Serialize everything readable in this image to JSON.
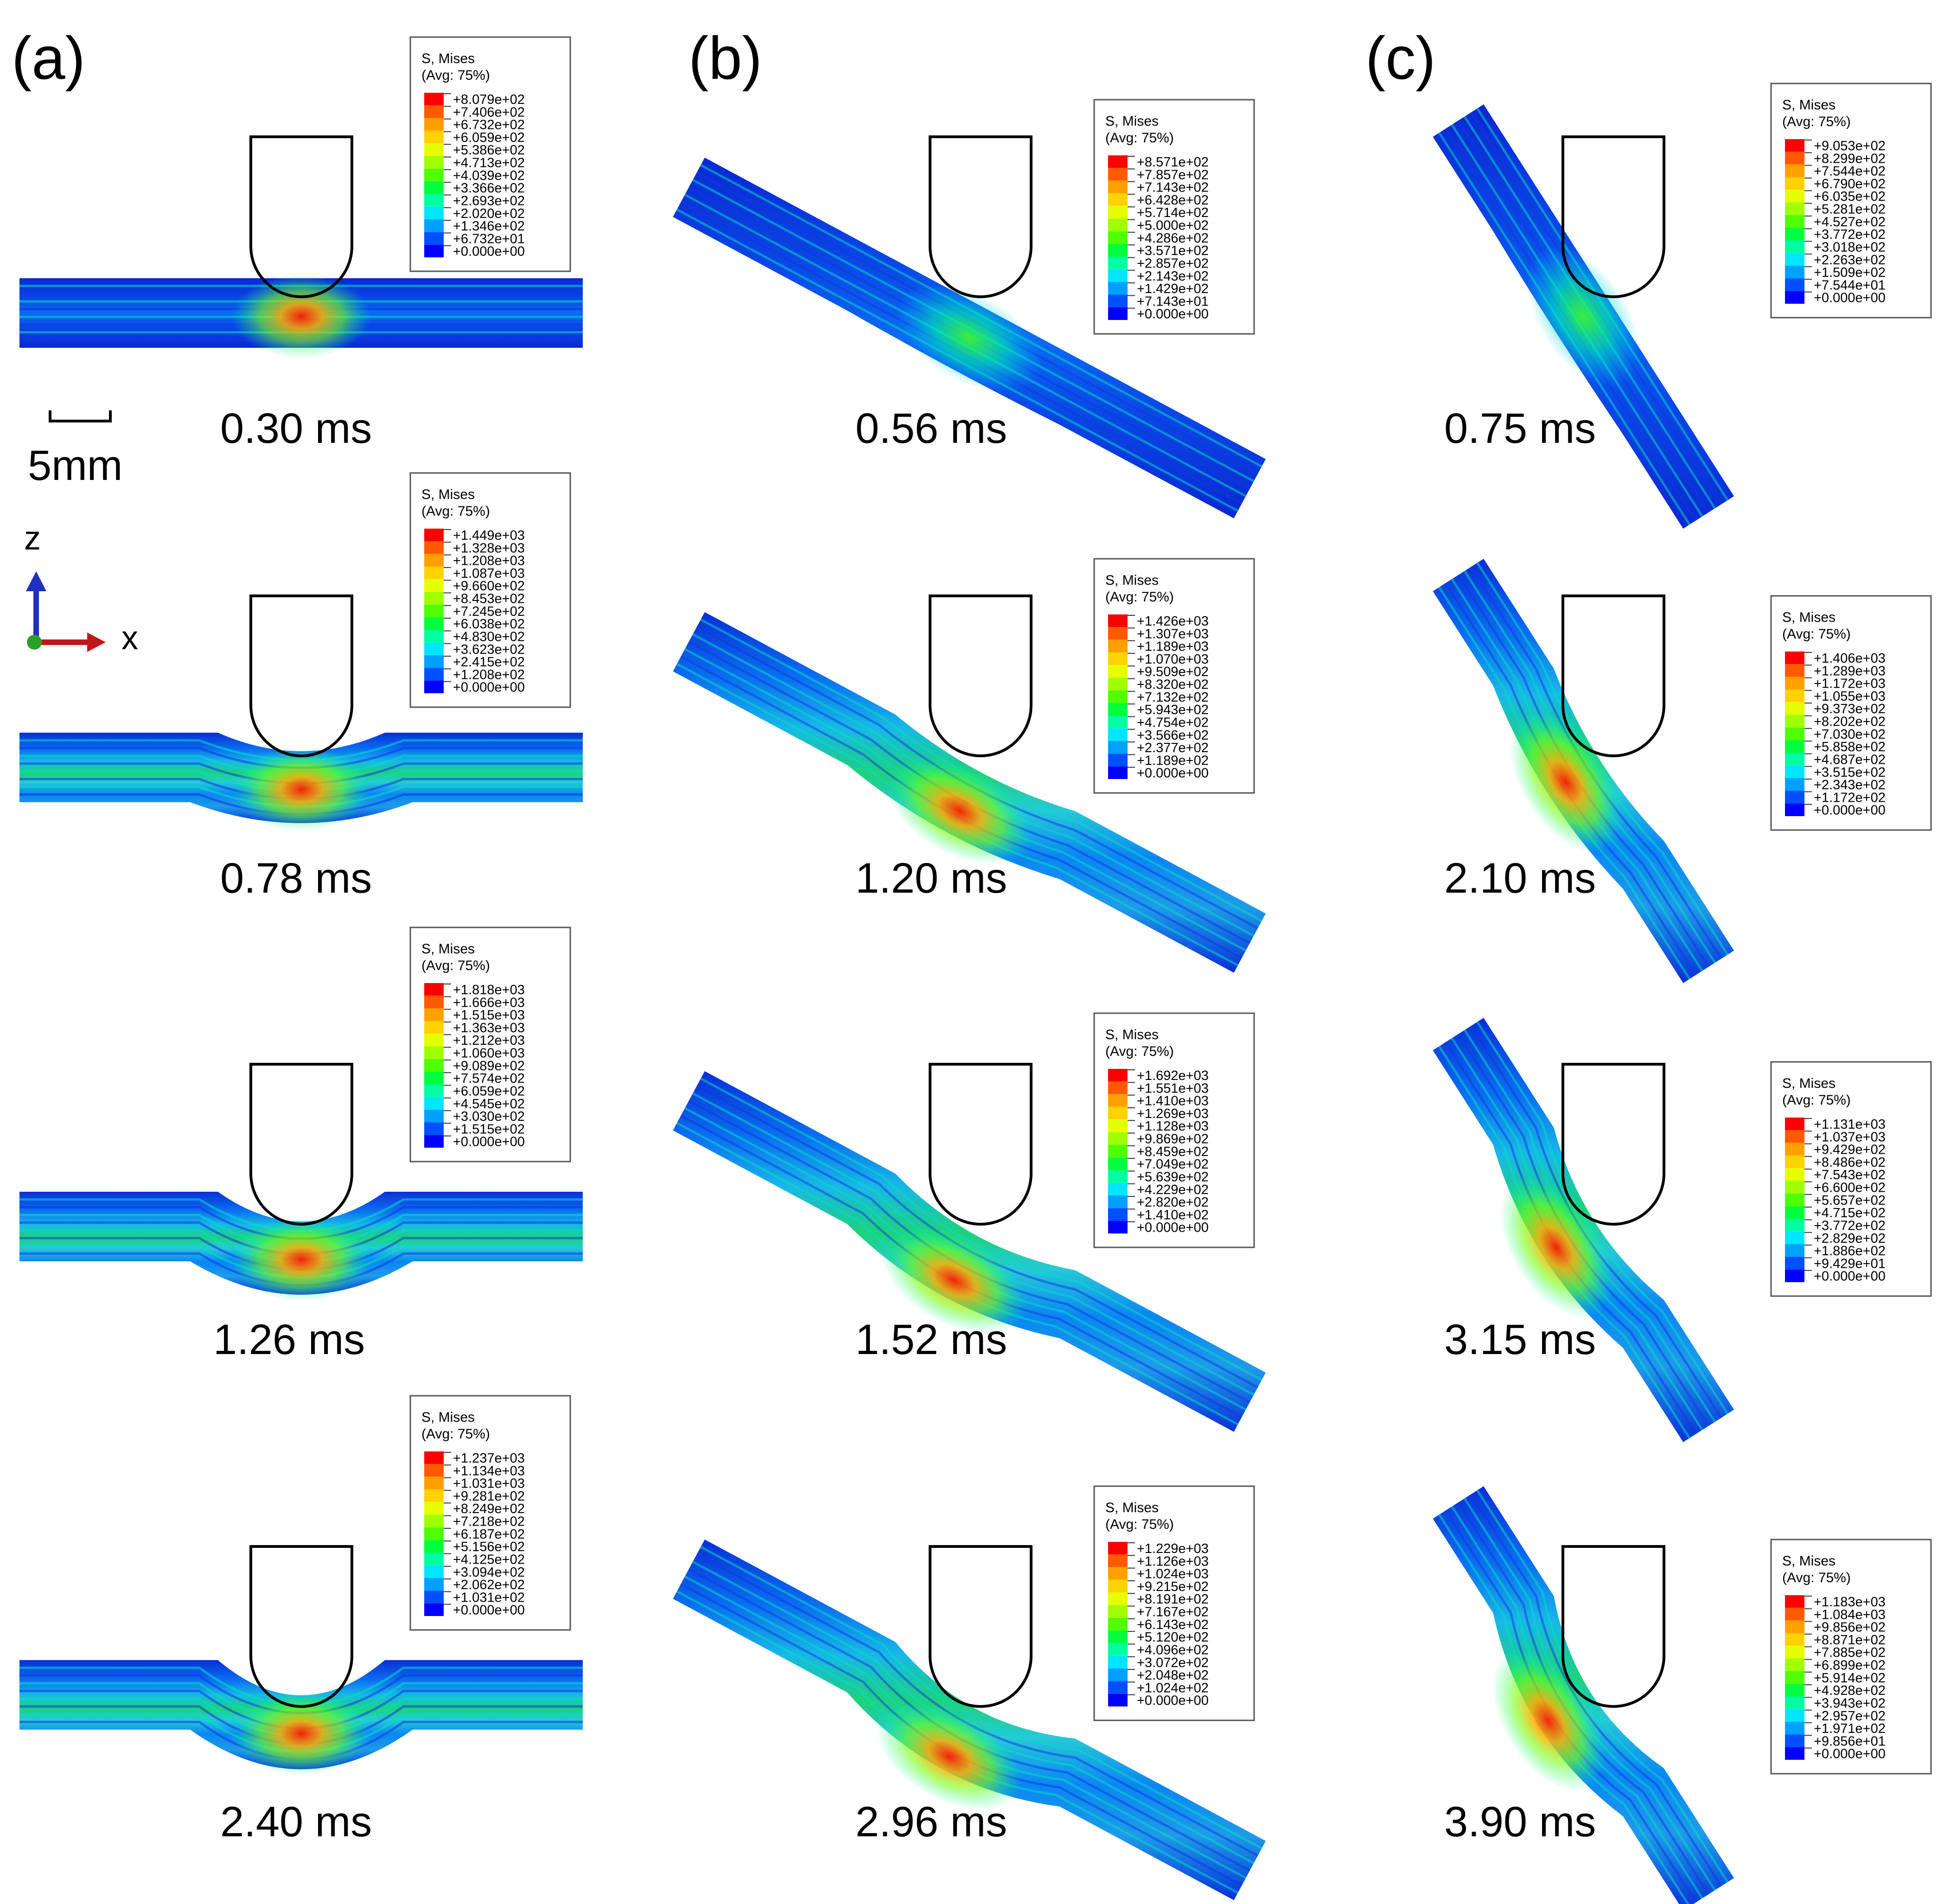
{
  "panels": [
    {
      "label": "(a)",
      "frames": [
        {
          "time": "0.30 ms",
          "legend": {
            "title": "S, Mises",
            "subtitle": "(Avg: 75%)",
            "values": [
              "+8.079e+02",
              "+7.406e+02",
              "+6.732e+02",
              "+6.059e+02",
              "+5.386e+02",
              "+4.713e+02",
              "+4.039e+02",
              "+3.366e+02",
              "+2.693e+02",
              "+2.020e+02",
              "+1.346e+02",
              "+6.732e+01",
              "+0.000e+00"
            ]
          }
        },
        {
          "time": "0.78 ms",
          "legend": {
            "title": "S, Mises",
            "subtitle": "(Avg: 75%)",
            "values": [
              "+1.449e+03",
              "+1.328e+03",
              "+1.208e+03",
              "+1.087e+03",
              "+9.660e+02",
              "+8.453e+02",
              "+7.245e+02",
              "+6.038e+02",
              "+4.830e+02",
              "+3.623e+02",
              "+2.415e+02",
              "+1.208e+02",
              "+0.000e+00"
            ]
          }
        },
        {
          "time": "1.26 ms",
          "legend": {
            "title": "S, Mises",
            "subtitle": "(Avg: 75%)",
            "values": [
              "+1.818e+03",
              "+1.666e+03",
              "+1.515e+03",
              "+1.363e+03",
              "+1.212e+03",
              "+1.060e+03",
              "+9.089e+02",
              "+7.574e+02",
              "+6.059e+02",
              "+4.545e+02",
              "+3.030e+02",
              "+1.515e+02",
              "+0.000e+00"
            ]
          }
        },
        {
          "time": "2.40 ms",
          "legend": {
            "title": "S, Mises",
            "subtitle": "(Avg: 75%)",
            "values": [
              "+1.237e+03",
              "+1.134e+03",
              "+1.031e+03",
              "+9.281e+02",
              "+8.249e+02",
              "+7.218e+02",
              "+6.187e+02",
              "+5.156e+02",
              "+4.125e+02",
              "+3.094e+02",
              "+2.062e+02",
              "+1.031e+02",
              "+0.000e+00"
            ]
          }
        }
      ]
    },
    {
      "label": "(b)",
      "frames": [
        {
          "time": "0.56 ms",
          "legend": {
            "title": "S, Mises",
            "subtitle": "(Avg: 75%)",
            "values": [
              "+8.571e+02",
              "+7.857e+02",
              "+7.143e+02",
              "+6.428e+02",
              "+5.714e+02",
              "+5.000e+02",
              "+4.286e+02",
              "+3.571e+02",
              "+2.857e+02",
              "+2.143e+02",
              "+1.429e+02",
              "+7.143e+01",
              "+0.000e+00"
            ]
          }
        },
        {
          "time": "1.20 ms",
          "legend": {
            "title": "S, Mises",
            "subtitle": "(Avg: 75%)",
            "values": [
              "+1.426e+03",
              "+1.307e+03",
              "+1.189e+03",
              "+1.070e+03",
              "+9.509e+02",
              "+8.320e+02",
              "+7.132e+02",
              "+5.943e+02",
              "+4.754e+02",
              "+3.566e+02",
              "+2.377e+02",
              "+1.189e+02",
              "+0.000e+00"
            ]
          }
        },
        {
          "time": "1.52 ms",
          "legend": {
            "title": "S, Mises",
            "subtitle": "(Avg: 75%)",
            "values": [
              "+1.692e+03",
              "+1.551e+03",
              "+1.410e+03",
              "+1.269e+03",
              "+1.128e+03",
              "+9.869e+02",
              "+8.459e+02",
              "+7.049e+02",
              "+5.639e+02",
              "+4.229e+02",
              "+2.820e+02",
              "+1.410e+02",
              "+0.000e+00"
            ]
          }
        },
        {
          "time": "2.96 ms",
          "legend": {
            "title": "S, Mises",
            "subtitle": "(Avg: 75%)",
            "values": [
              "+1.229e+03",
              "+1.126e+03",
              "+1.024e+03",
              "+9.215e+02",
              "+8.191e+02",
              "+7.167e+02",
              "+6.143e+02",
              "+5.120e+02",
              "+4.096e+02",
              "+3.072e+02",
              "+2.048e+02",
              "+1.024e+02",
              "+0.000e+00"
            ]
          }
        }
      ]
    },
    {
      "label": "(c)",
      "frames": [
        {
          "time": "0.75 ms",
          "legend": {
            "title": "S, Mises",
            "subtitle": "(Avg: 75%)",
            "values": [
              "+9.053e+02",
              "+8.299e+02",
              "+7.544e+02",
              "+6.790e+02",
              "+6.035e+02",
              "+5.281e+02",
              "+4.527e+02",
              "+3.772e+02",
              "+3.018e+02",
              "+2.263e+02",
              "+1.509e+02",
              "+7.544e+01",
              "+0.000e+00"
            ]
          }
        },
        {
          "time": "2.10 ms",
          "legend": {
            "title": "S, Mises",
            "subtitle": "(Avg: 75%)",
            "values": [
              "+1.406e+03",
              "+1.289e+03",
              "+1.172e+03",
              "+1.055e+03",
              "+9.373e+02",
              "+8.202e+02",
              "+7.030e+02",
              "+5.858e+02",
              "+4.687e+02",
              "+3.515e+02",
              "+2.343e+02",
              "+1.172e+02",
              "+0.000e+00"
            ]
          }
        },
        {
          "time": "3.15 ms",
          "legend": {
            "title": "S, Mises",
            "subtitle": "(Avg: 75%)",
            "values": [
              "+1.131e+03",
              "+1.037e+03",
              "+9.429e+02",
              "+8.486e+02",
              "+7.543e+02",
              "+6.600e+02",
              "+5.657e+02",
              "+4.715e+02",
              "+3.772e+02",
              "+2.829e+02",
              "+1.886e+02",
              "+9.429e+01",
              "+0.000e+00"
            ]
          }
        },
        {
          "time": "3.90 ms",
          "legend": {
            "title": "S, Mises",
            "subtitle": "(Avg: 75%)",
            "values": [
              "+1.183e+03",
              "+1.084e+03",
              "+9.856e+02",
              "+8.871e+02",
              "+7.885e+02",
              "+6.899e+02",
              "+5.914e+02",
              "+4.928e+02",
              "+3.943e+02",
              "+2.957e+02",
              "+1.971e+02",
              "+9.856e+01",
              "+0.000e+00"
            ]
          }
        }
      ]
    }
  ],
  "scale_bar": {
    "label": "5mm"
  },
  "axes": {
    "vertical": "z",
    "horizontal": "x"
  },
  "colors": {
    "contour_scale": [
      "#ff0000",
      "#ff5a00",
      "#ffa000",
      "#ffd200",
      "#e6ff00",
      "#a0ff00",
      "#50ff00",
      "#00ff3c",
      "#00ffa0",
      "#00e6ff",
      "#00a0ff",
      "#0050ff",
      "#0000ff"
    ],
    "axis_z": "#1f2fbf",
    "axis_x": "#c0181a",
    "origin": "#2aa02a",
    "outline": "#000000"
  }
}
